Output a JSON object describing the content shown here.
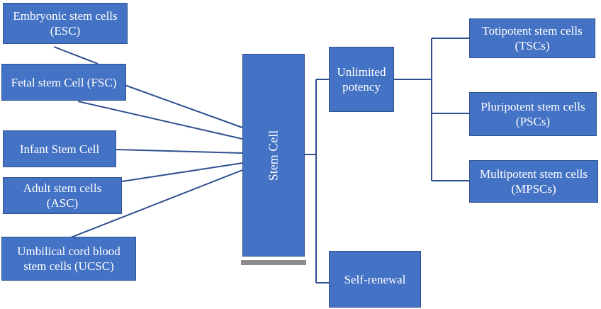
{
  "diagram": {
    "colors": {
      "box_fill": "#4472c4",
      "box_border": "#2f528f",
      "connector": "#2f4f8f",
      "text": "#ffffff"
    },
    "center": {
      "label": "Stem Cell"
    },
    "sources": [
      {
        "line1": "Embryonic stem cells",
        "line2": "(ESC)"
      },
      {
        "line1": "Fetal stem Cell (FSC)",
        "line2": ""
      },
      {
        "line1": "Infant Stem Cell",
        "line2": ""
      },
      {
        "line1": "Adult stem cells",
        "line2": "(ASC)"
      },
      {
        "line1": "Umbilical cord blood",
        "line2": "stem cells (UCSC)"
      }
    ],
    "properties": [
      {
        "line1": "Unlimited",
        "line2": "potency"
      },
      {
        "line1": "Self-renewal",
        "line2": ""
      }
    ],
    "potency_types": [
      {
        "line1": "Totipotent stem cells",
        "line2": "(TSCs)"
      },
      {
        "line1": "Pluripotent stem cells",
        "line2": "(PSCs)"
      },
      {
        "line1": "Multipotent stem cells",
        "line2": "(MPSCs)"
      }
    ]
  }
}
